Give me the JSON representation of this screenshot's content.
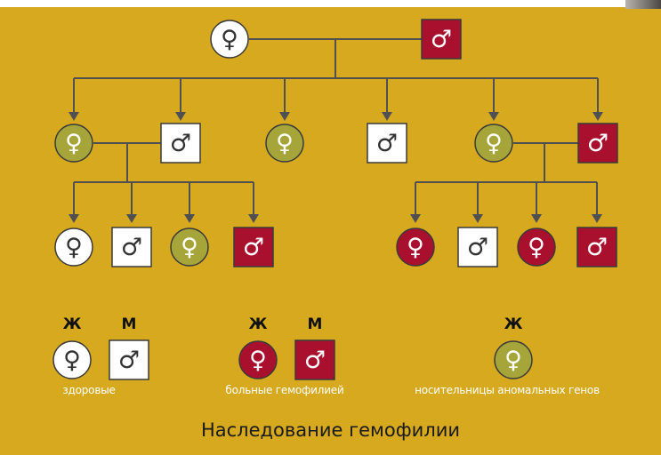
{
  "colors": {
    "background": "#d6a91f",
    "healthy": "#ffffff",
    "affected": "#a8102e",
    "carrier": "#a6a53a",
    "line": "#505050"
  },
  "symbols": {
    "female": "♀",
    "male": "♂"
  },
  "pedigree": {
    "generation_1": [
      {
        "sex": "female",
        "status": "healthy"
      },
      {
        "sex": "male",
        "status": "affected"
      }
    ],
    "generation_2": [
      {
        "sex": "female",
        "status": "carrier"
      },
      {
        "sex": "male",
        "status": "healthy"
      },
      {
        "sex": "female",
        "status": "carrier"
      },
      {
        "sex": "male",
        "status": "healthy"
      },
      {
        "sex": "female",
        "status": "carrier"
      },
      {
        "sex": "male",
        "status": "affected"
      }
    ],
    "generation_3_left": [
      {
        "sex": "female",
        "status": "healthy"
      },
      {
        "sex": "male",
        "status": "healthy"
      },
      {
        "sex": "female",
        "status": "carrier"
      },
      {
        "sex": "male",
        "status": "affected"
      }
    ],
    "generation_3_right": [
      {
        "sex": "female",
        "status": "affected"
      },
      {
        "sex": "male",
        "status": "healthy"
      },
      {
        "sex": "female",
        "status": "affected"
      },
      {
        "sex": "male",
        "status": "affected"
      }
    ]
  },
  "legend": {
    "healthy": {
      "female_head": "Ж",
      "male_head": "М",
      "label": "здоровые"
    },
    "affected": {
      "female_head": "Ж",
      "male_head": "М",
      "label": "больные гемофилией"
    },
    "carrier": {
      "female_head": "Ж",
      "label": "носительницы аномальных генов"
    }
  },
  "caption": "Наследование гемофилии"
}
